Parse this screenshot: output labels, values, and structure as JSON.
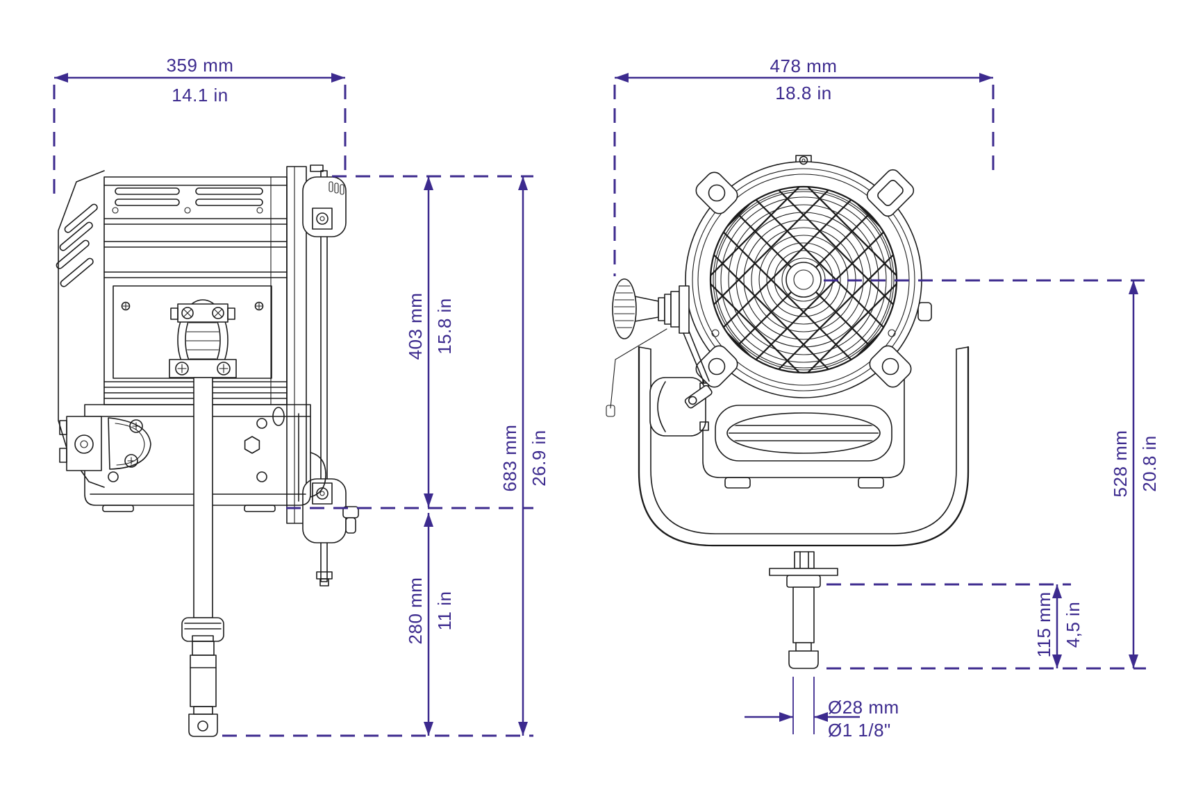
{
  "drawing": {
    "background": "#ffffff",
    "line_color": "#1b1b1b",
    "dimension_color": "#3C2A8E",
    "views": {
      "side": {
        "title": "side-view-of-fresnel-light",
        "dimensions": {
          "width": {
            "mm": "359 mm",
            "in": "14.1 in"
          },
          "body_height": {
            "mm": "403 mm",
            "in": "15.8 in"
          },
          "total_height": {
            "mm": "683 mm",
            "in": "26.9 in"
          },
          "stem_length": {
            "mm": "280 mm",
            "in": "11 in"
          }
        }
      },
      "front": {
        "title": "front-view-of-fresnel-light",
        "dimensions": {
          "width": {
            "mm": "478 mm",
            "in": "18.8 in"
          },
          "center_height": {
            "mm": "528 mm",
            "in": "20.8 in"
          },
          "spigot_height": {
            "mm": "115 mm",
            "in": "4,5 in"
          },
          "spigot_diameter": {
            "mm": "Ø28 mm",
            "in": "Ø1 1/8\""
          }
        }
      }
    }
  }
}
